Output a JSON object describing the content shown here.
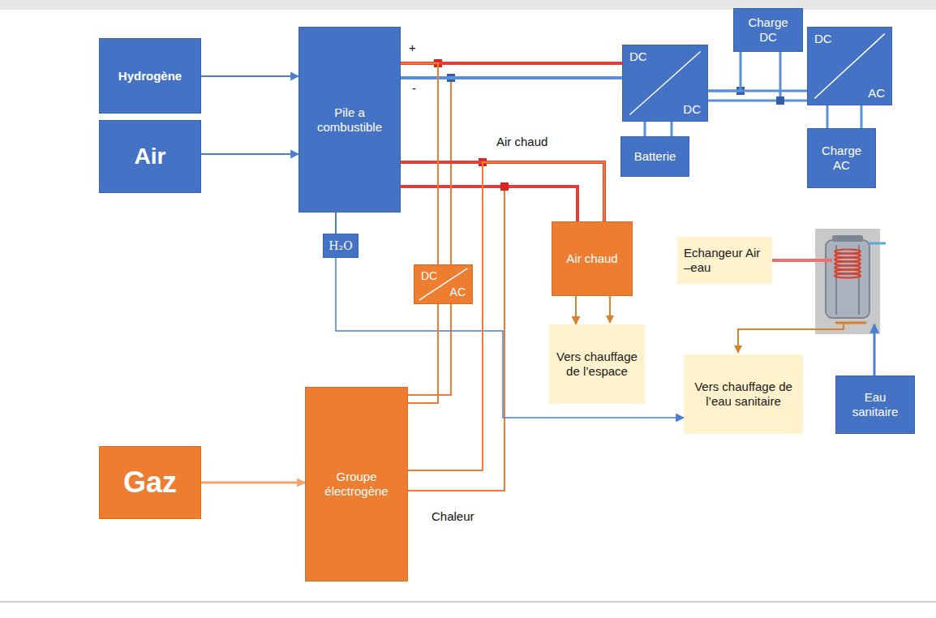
{
  "diagram": {
    "nodes": [
      {
        "text": [
          "Hydrogène"
        ]
      },
      {
        "text": [
          "Air"
        ]
      },
      {
        "text": [
          "Pile a combustible"
        ]
      },
      {
        "text": [
          "DC",
          "DC"
        ]
      },
      {
        "text": [
          "Charge DC"
        ]
      },
      {
        "text": [
          "DC",
          "AC"
        ]
      },
      {
        "text": [
          "Batterie"
        ]
      },
      {
        "text": [
          "Charge AC"
        ]
      },
      {
        "text": [
          "H₂O"
        ]
      },
      {
        "text": [
          "DC",
          "AC"
        ]
      },
      {
        "text": [
          "Air chaud"
        ]
      },
      {
        "text": [
          "Vers chauffage de l’espace"
        ]
      },
      {
        "text": [
          "Echangeur Air –eau"
        ]
      },
      {
        "text": [
          "Vers chauffage de l’eau sanitaire"
        ]
      },
      {
        "text": [
          "Eau sanitaire"
        ]
      },
      {
        "text": [
          "Gaz"
        ]
      },
      {
        "text": [
          "Groupe électrogène"
        ]
      }
    ],
    "edges": [
      {
        "from": 0,
        "to": 2,
        "arrow": "to"
      },
      {
        "from": 1,
        "to": 2,
        "arrow": "to"
      },
      {
        "from": 15,
        "to": 16,
        "arrow": "to"
      },
      {
        "from": 2,
        "to": 3,
        "arrow": "none"
      },
      {
        "from": 2,
        "to": 3,
        "arrow": "none"
      },
      {
        "from": 3,
        "to": 5,
        "arrow": "none"
      },
      {
        "from": 4,
        "to": 3,
        "arrow": "none"
      },
      {
        "from": 3,
        "to": 6,
        "arrow": "none"
      },
      {
        "from": 5,
        "to": 7,
        "arrow": "none"
      },
      {
        "from": 2,
        "to": 10,
        "arrow": "none"
      },
      {
        "from": 2,
        "to": 8,
        "arrow": "none"
      },
      {
        "from": 8,
        "to": 13,
        "arrow": "to"
      },
      {
        "from": 16,
        "to": 9,
        "arrow": "none"
      },
      {
        "from": 9,
        "to": 2,
        "arrow": "none"
      },
      {
        "from": 16,
        "to": 10,
        "arrow": "none"
      },
      {
        "from": 10,
        "to": 11,
        "arrow": "to"
      }
    ],
    "labels": [
      "+",
      "-",
      "Air chaud",
      "Chaleur"
    ]
  }
}
